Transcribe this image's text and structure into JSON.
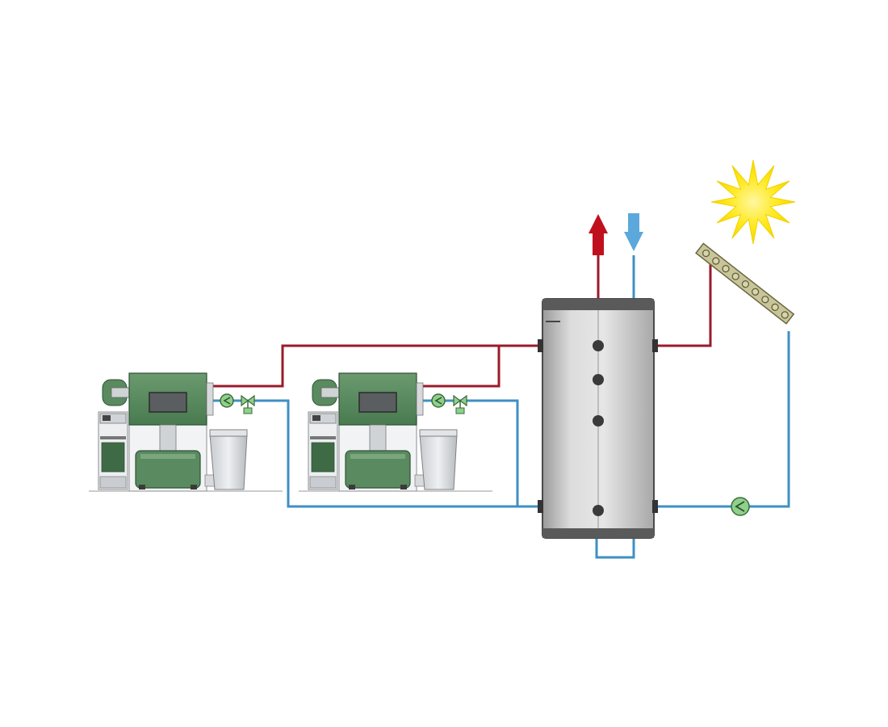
{
  "diagram": {
    "type": "heating-system-schematic",
    "components": [
      {
        "id": "boiler-1",
        "kind": "pellet-boiler"
      },
      {
        "id": "boiler-2",
        "kind": "pellet-boiler"
      },
      {
        "id": "storage-tank",
        "kind": "buffer-tank",
        "ports": 4
      },
      {
        "id": "solar-collector",
        "kind": "solar-thermal-panel"
      },
      {
        "id": "sun",
        "kind": "sun"
      },
      {
        "id": "pump-1",
        "kind": "circulation-pump"
      },
      {
        "id": "pump-2",
        "kind": "circulation-pump"
      },
      {
        "id": "pump-solar",
        "kind": "circulation-pump"
      },
      {
        "id": "valve-1",
        "kind": "three-way-valve"
      },
      {
        "id": "valve-2",
        "kind": "three-way-valve"
      }
    ],
    "connections": [
      {
        "from": "boiler-1",
        "to": "storage-tank",
        "line": "hot"
      },
      {
        "from": "boiler-2",
        "to": "storage-tank",
        "line": "hot"
      },
      {
        "from": "storage-tank",
        "to": "boiler-1",
        "line": "cold"
      },
      {
        "from": "storage-tank",
        "to": "boiler-2",
        "line": "cold"
      },
      {
        "from": "solar-collector",
        "to": "storage-tank",
        "line": "hot"
      },
      {
        "from": "storage-tank",
        "to": "solar-collector",
        "line": "cold"
      }
    ],
    "flows": [
      {
        "id": "hot-water-out",
        "direction": "up",
        "line": "hot"
      },
      {
        "id": "cold-water-in",
        "direction": "down",
        "line": "cold"
      }
    ]
  },
  "colors": {
    "hot": "#9a1b2a",
    "cold": "#3f8fc4",
    "hot_arrow": "#c0101e",
    "cold_arrow": "#5aa8dc",
    "boiler_green": "#5a8a5f",
    "boiler_dark": "#3e6b45",
    "tank": "#d2d2d2",
    "tank_edge": "#555555",
    "sun": "#ffe81a",
    "collector": "#c8c49a",
    "pump": "#8fd08a"
  }
}
